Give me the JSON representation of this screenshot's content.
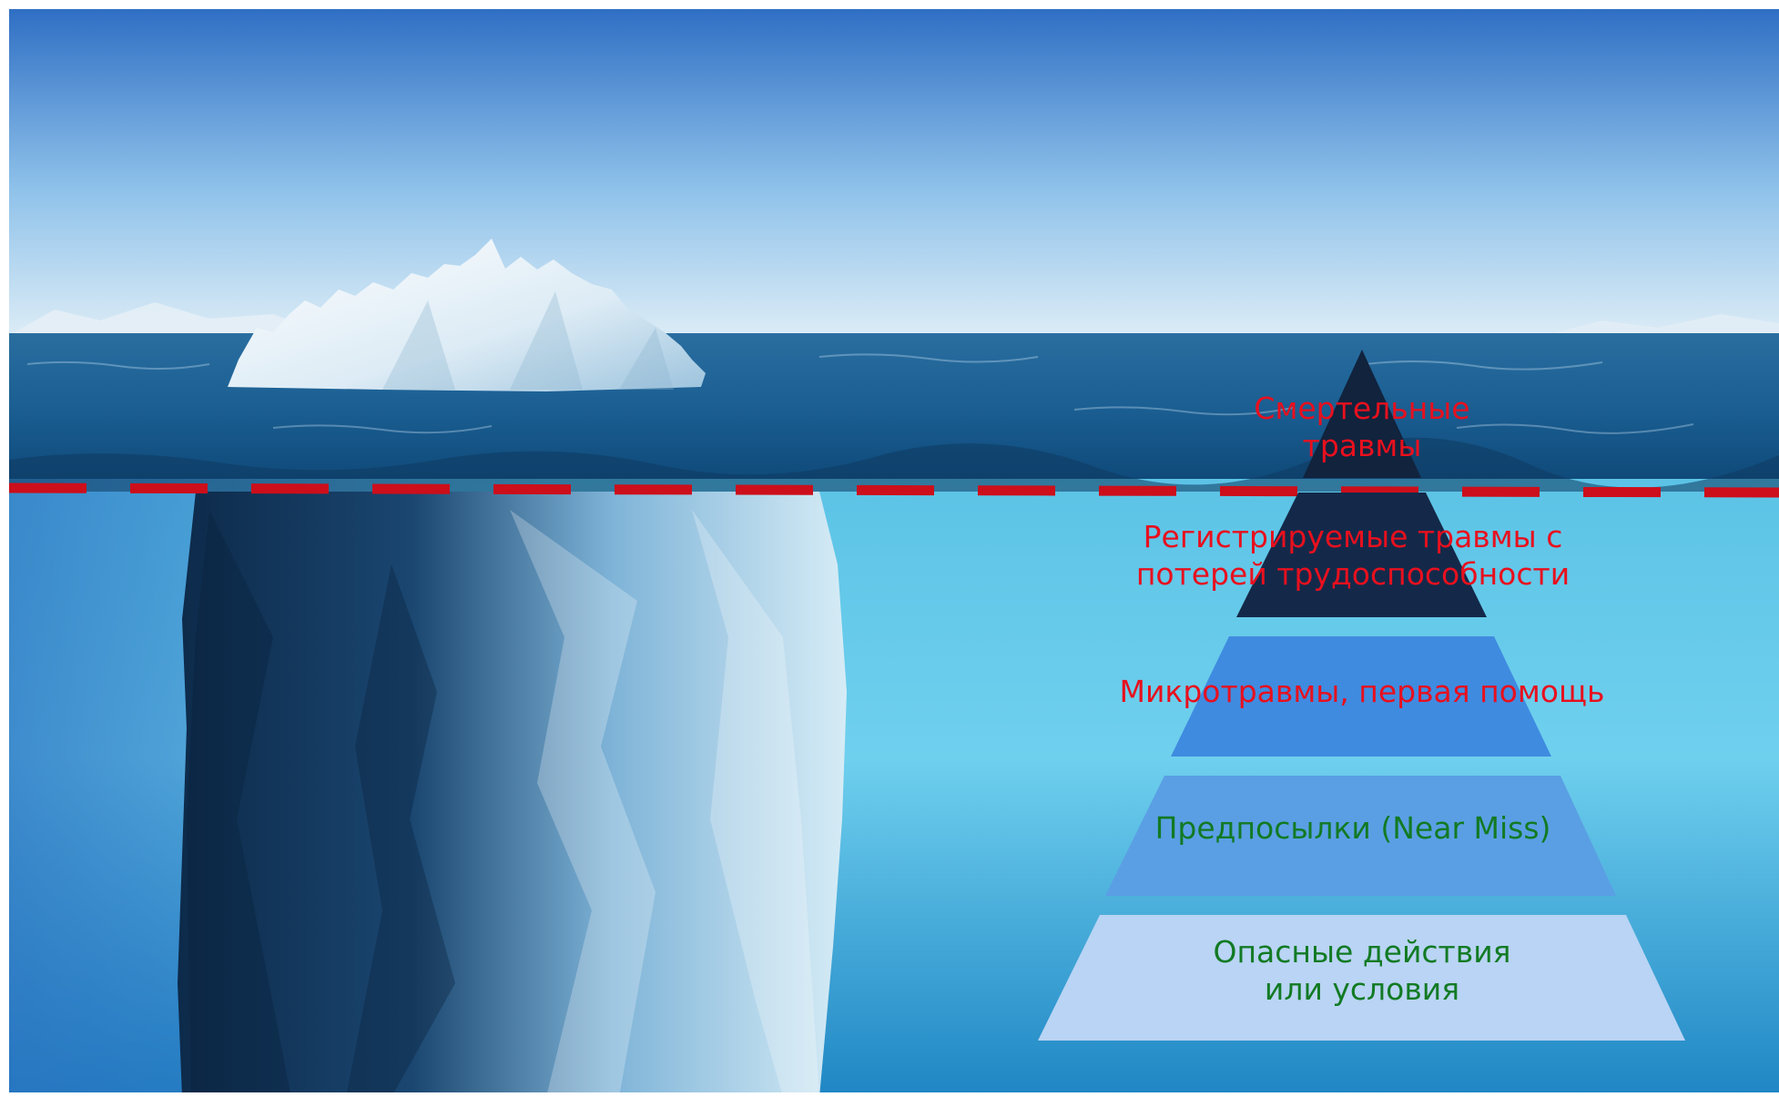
{
  "colors": {
    "sky_top": "#2f6fc4",
    "sky_bottom": "#dcecf6",
    "sea_surface": "#1b5f93",
    "underwater_top": "#4fb8e0",
    "underwater_bottom": "#1f86c4",
    "iceberg_light": "#e9f4fb",
    "iceberg_dark": "#0d2a4a",
    "waterline_dash": "#cc0f1b",
    "label_red": "#e8101e",
    "label_green": "#127a24"
  },
  "pyramid": {
    "levels": [
      {
        "label": "Смертельные\nтравмы",
        "fill": "#11233d",
        "label_color": "#e8101e"
      },
      {
        "label": "Регистрируемые травмы с\nпотерей трудоспособности",
        "fill": "#14294a",
        "label_color": "#e8101e"
      },
      {
        "label": "Микротравмы, первая помощь",
        "fill": "#3f8be0",
        "label_color": "#e8101e"
      },
      {
        "label": "Предпосылки (Near Miss)",
        "fill": "#5a9fe4",
        "label_color": "#127a24"
      },
      {
        "label": "Опасные действия\nили условия",
        "fill": "#b9d4f4",
        "label_color": "#127a24"
      }
    ]
  }
}
